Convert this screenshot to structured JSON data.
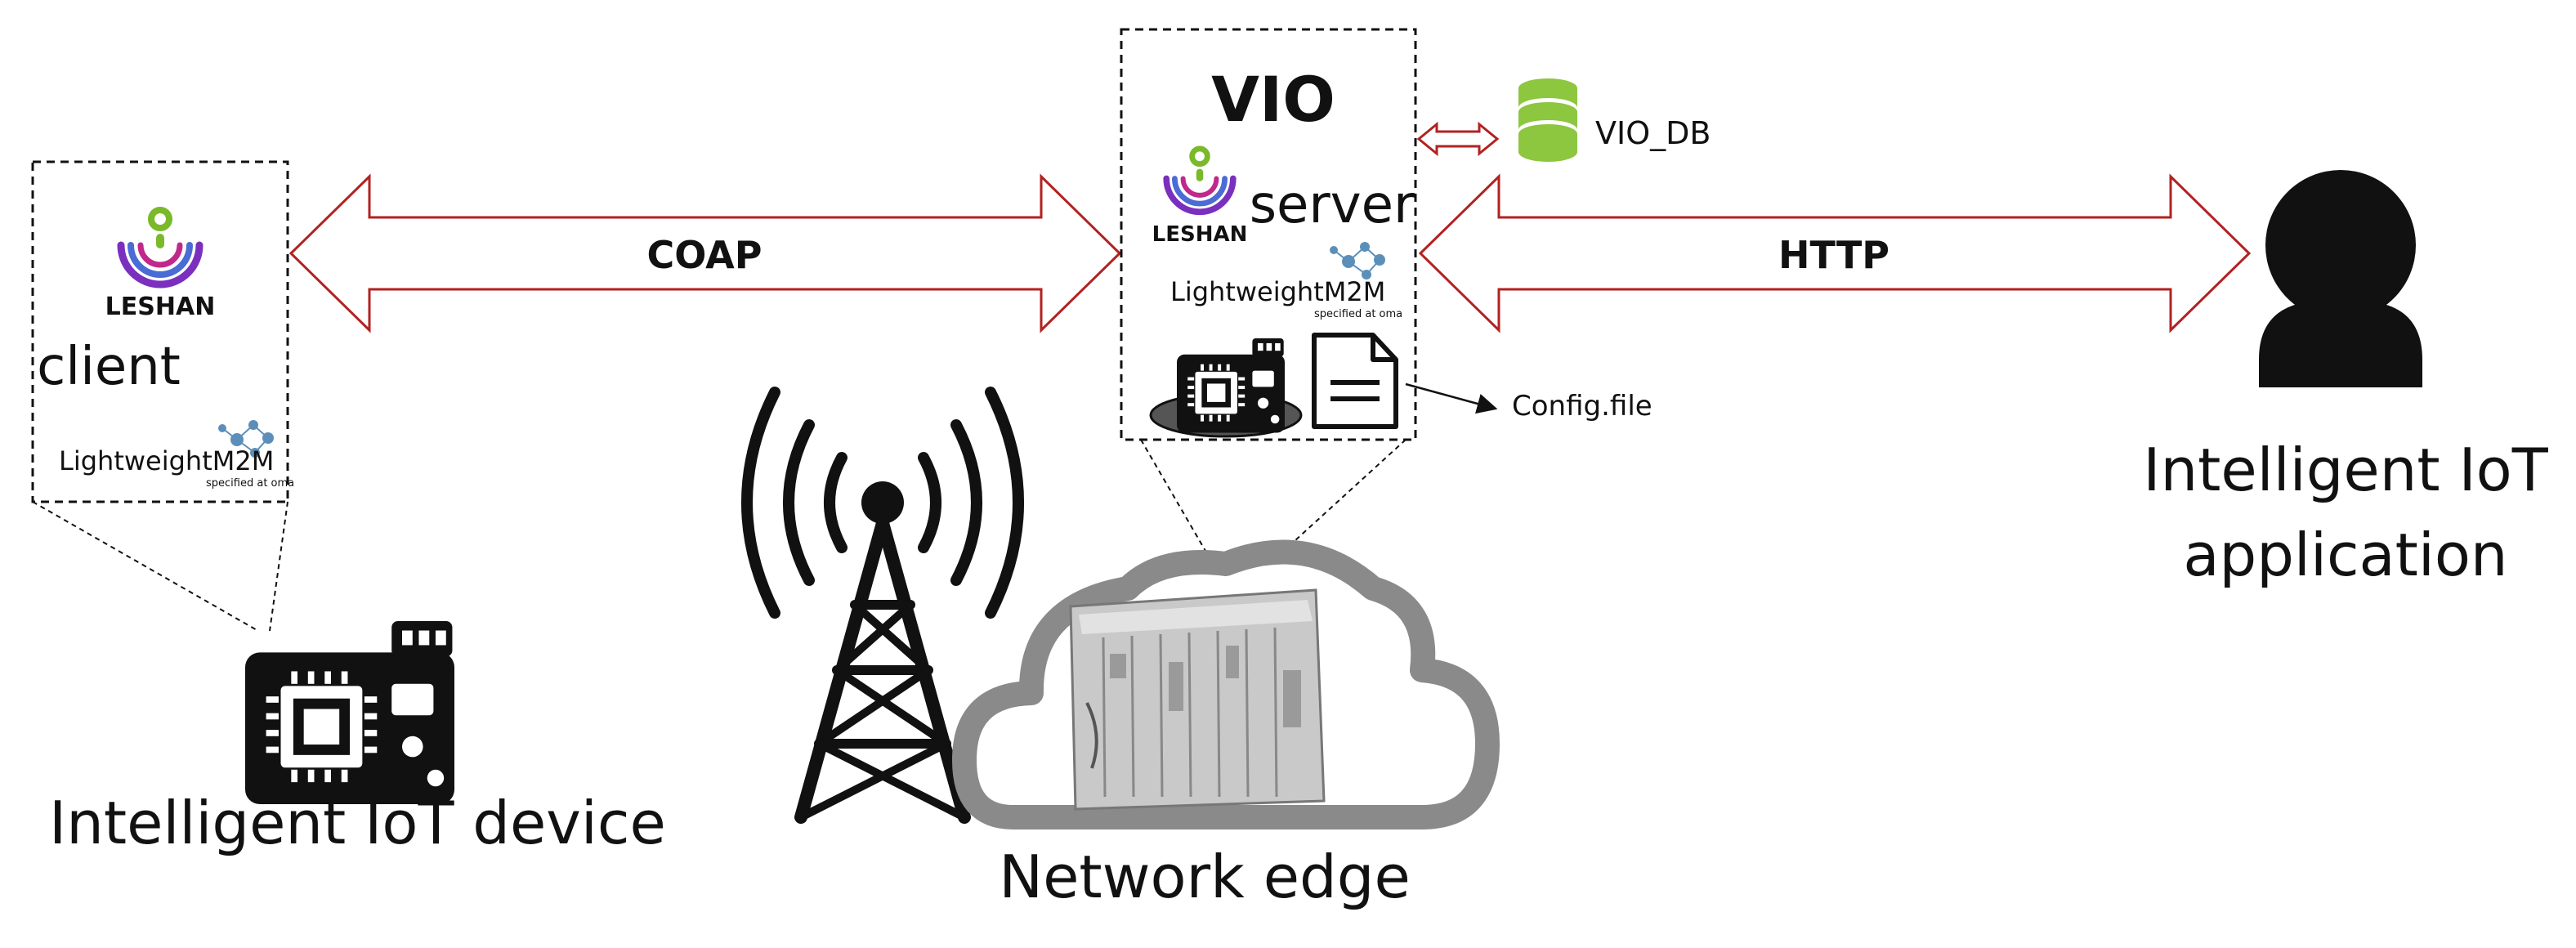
{
  "vio": {
    "title": "VIO",
    "server_label": "server"
  },
  "leshan": {
    "brand": "LESHAN"
  },
  "lwm2m": {
    "brand": "LightweightM2M",
    "tagline": "specified at oma"
  },
  "client": {
    "label": "client"
  },
  "links": {
    "coap": "COAP",
    "http": "HTTP"
  },
  "db": {
    "label": "VIO_DB"
  },
  "config": {
    "label": "Config.file"
  },
  "device": {
    "label": "Intelligent IoT device"
  },
  "edge": {
    "label": "Network edge"
  },
  "app": {
    "line1": "Intelligent IoT",
    "line2": "application"
  },
  "colors": {
    "arrow_stroke": "#b22222",
    "db_green": "#8dc63f",
    "leshan_green": "#7ab929",
    "leshan_purple": "#7b2fbe",
    "lwm2m_blue": "#5b8fb9",
    "cloud_gray": "#8a8a8a"
  }
}
